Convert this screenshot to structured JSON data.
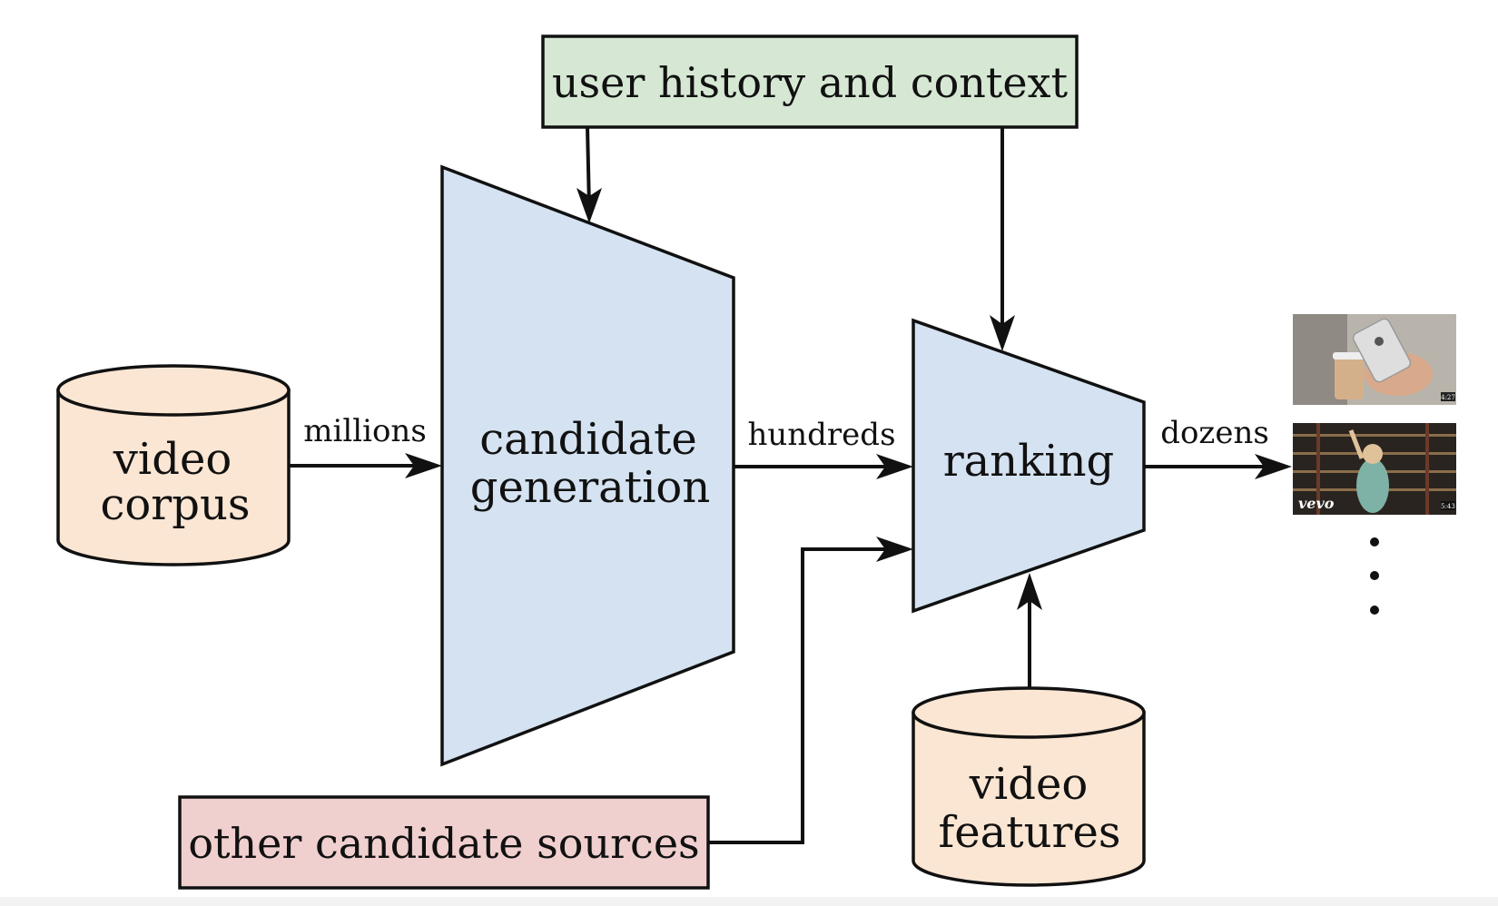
{
  "diagram": {
    "top_box": {
      "label": "user history and context",
      "fill": "#d6e8d4"
    },
    "candidate_generation": {
      "line1": "candidate",
      "line2": "generation",
      "fill": "#d4e2f1"
    },
    "ranking": {
      "label": "ranking",
      "fill": "#d4e2f1"
    },
    "video_corpus": {
      "line1": "video",
      "line2": "corpus",
      "fill": "#fbe6d3"
    },
    "video_features": {
      "line1": "video",
      "line2": "features",
      "fill": "#fbe6d3"
    },
    "other_sources": {
      "label": "other candidate sources",
      "fill": "#f0cfcf"
    },
    "edge_labels": {
      "millions": "millions",
      "hundreds": "hundreds",
      "dozens": "dozens"
    },
    "thumbnails": [
      {
        "duration": "4:27",
        "scene": "hand holding phone and coffee cup"
      },
      {
        "duration": "5:43",
        "scene": "music video",
        "logo": "vevo"
      }
    ],
    "stroke": "#111111"
  }
}
